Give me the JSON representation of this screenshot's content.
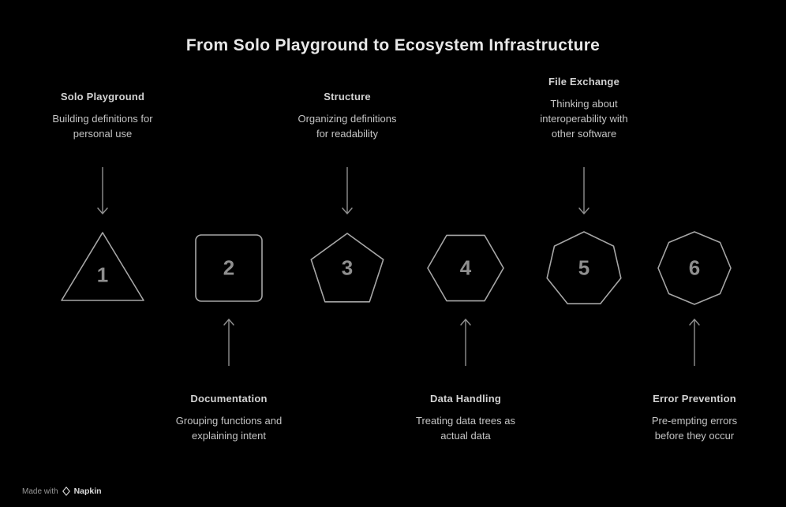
{
  "title": "From Solo Playground to Ecosystem Infrastructure",
  "steps": [
    {
      "number": "1",
      "shape": "triangle",
      "label": "Solo Playground",
      "description": "Building definitions for personal use",
      "label_position": "top"
    },
    {
      "number": "2",
      "shape": "square",
      "label": "Documentation",
      "description": "Grouping functions and explaining intent",
      "label_position": "bottom"
    },
    {
      "number": "3",
      "shape": "pentagon",
      "label": "Structure",
      "description": "Organizing definitions for readability",
      "label_position": "top"
    },
    {
      "number": "4",
      "shape": "hexagon",
      "label": "Data Handling",
      "description": "Treating data trees as actual data",
      "label_position": "bottom"
    },
    {
      "number": "5",
      "shape": "heptagon",
      "label": "File Exchange",
      "description": "Thinking about interoperability with other software",
      "label_position": "top"
    },
    {
      "number": "6",
      "shape": "octagon",
      "label": "Error Prevention",
      "description": "Pre-empting errors before they occur",
      "label_position": "bottom"
    }
  ],
  "footer": {
    "made_with_label": "Made with",
    "brand": "Napkin"
  },
  "colors": {
    "background": "#000000",
    "title_text": "#e8e8e8",
    "label_text": "#d2d2d2",
    "description_text": "#c3c3c3",
    "shape_stroke": "#a6a6a6",
    "number_text": "#8f8f8f",
    "arrow": "#909090"
  }
}
